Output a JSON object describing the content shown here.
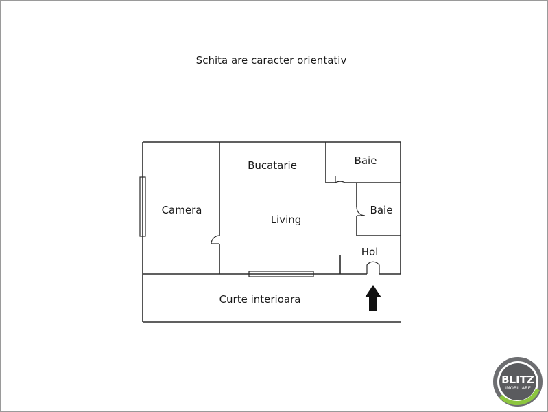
{
  "caption": "Schita are caracter orientativ",
  "rooms": {
    "bucatarie": "Bucatarie",
    "baie_1": "Baie",
    "camera": "Camera",
    "baie_2": "Baie",
    "living": "Living",
    "hol": "Hol",
    "curte": "Curte interioara"
  },
  "logo": {
    "brand": "BLITZ",
    "subtitle": "IMOBILIARE"
  },
  "colors": {
    "walls": "#2b2b2b",
    "logo_ring_grey": "#6d6e71",
    "logo_ring_green": "#8dc63f"
  },
  "icons": {
    "entrance": "entrance-arrow-icon"
  }
}
